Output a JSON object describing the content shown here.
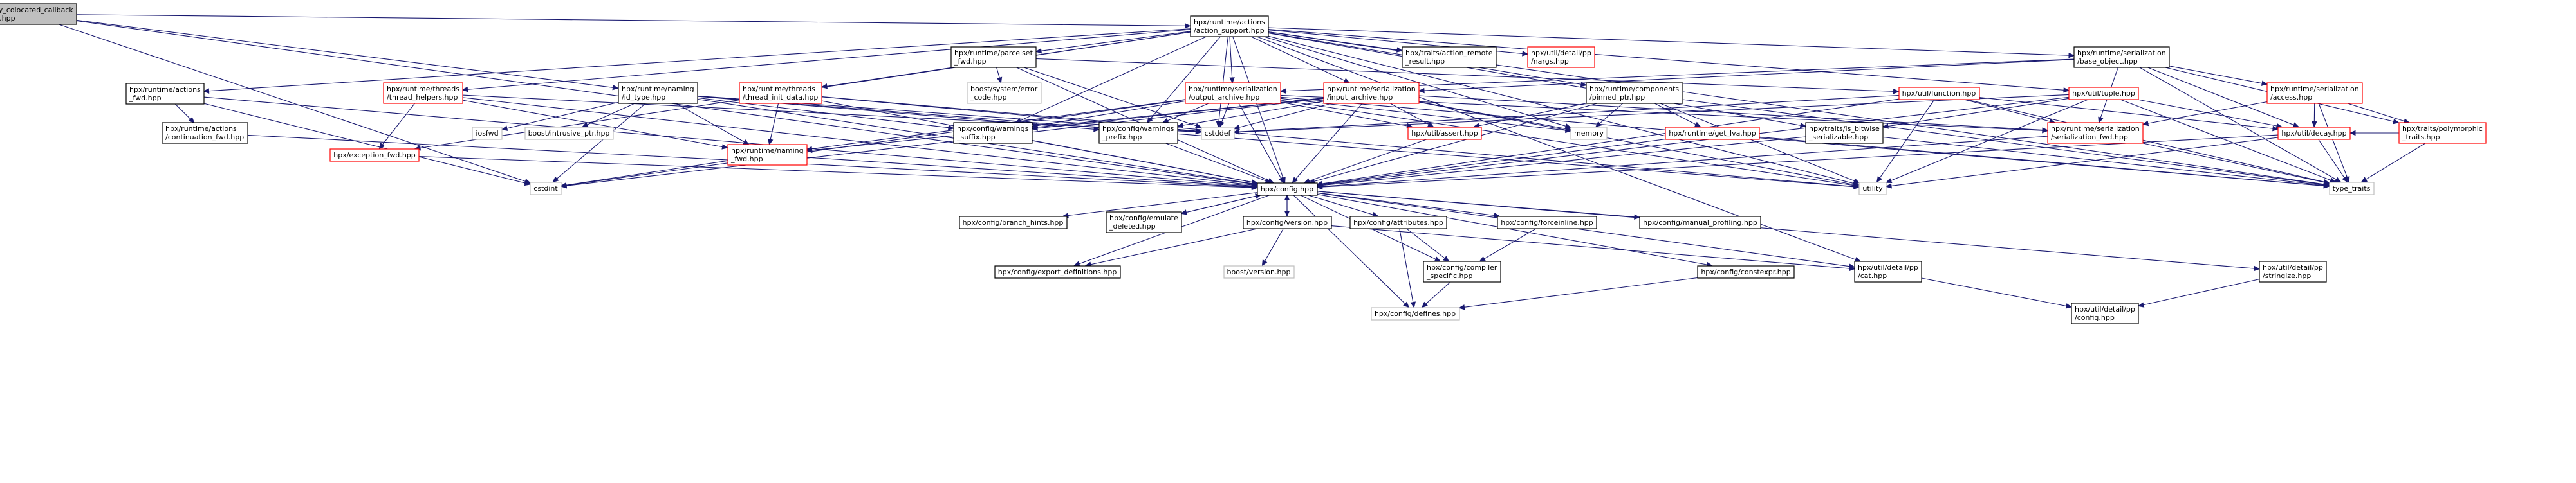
{
  "colors": {
    "edge": "#191970",
    "node_border_black": "#000000",
    "node_border_red": "#ff0000",
    "node_border_gray": "#bfbfbf",
    "root_fill": "#bfbfbf",
    "node_fill": "#ffffff"
  },
  "nodes": [
    {
      "id": "root",
      "lines": [
        "apply_colocated_callback",
        "_fwd.hpp"
      ],
      "style": "root"
    },
    {
      "id": "action_support",
      "lines": [
        "hpx/runtime/actions",
        "/action_support.hpp"
      ],
      "style": "black"
    },
    {
      "id": "parcelset_fwd",
      "lines": [
        "hpx/runtime/parcelset",
        "_fwd.hpp"
      ],
      "style": "black"
    },
    {
      "id": "naming_id_type",
      "lines": [
        "hpx/runtime/naming",
        "/id_type.hpp"
      ],
      "style": "black"
    },
    {
      "id": "actions_fwd",
      "lines": [
        "hpx/runtime/actions",
        "_fwd.hpp"
      ],
      "style": "black"
    },
    {
      "id": "thread_helpers",
      "lines": [
        "hpx/runtime/threads",
        "/thread_helpers.hpp"
      ],
      "style": "red"
    },
    {
      "id": "thread_init_data",
      "lines": [
        "hpx/runtime/threads",
        "/thread_init_data.hpp"
      ],
      "style": "red"
    },
    {
      "id": "output_archive",
      "lines": [
        "hpx/runtime/serialization",
        "/output_archive.hpp"
      ],
      "style": "red"
    },
    {
      "id": "input_archive",
      "lines": [
        "hpx/runtime/serialization",
        "/input_archive.hpp"
      ],
      "style": "red"
    },
    {
      "id": "pinned_ptr",
      "lines": [
        "hpx/runtime/components",
        "/pinned_ptr.hpp"
      ],
      "style": "black"
    },
    {
      "id": "action_remote_result",
      "lines": [
        "hpx/traits/action_remote",
        "_result.hpp"
      ],
      "style": "black"
    },
    {
      "id": "nargs",
      "lines": [
        "hpx/util/detail/pp",
        "/nargs.hpp"
      ],
      "style": "red"
    },
    {
      "id": "base_object",
      "lines": [
        "hpx/runtime/serialization",
        "/base_object.hpp"
      ],
      "style": "black"
    },
    {
      "id": "function",
      "lines": [
        "hpx/util/function.hpp"
      ],
      "style": "red"
    },
    {
      "id": "tuple",
      "lines": [
        "hpx/util/tuple.hpp"
      ],
      "style": "red"
    },
    {
      "id": "access",
      "lines": [
        "hpx/runtime/serialization",
        "/access.hpp"
      ],
      "style": "red"
    },
    {
      "id": "polymorphic_traits",
      "lines": [
        "hpx/traits/polymorphic",
        "_traits.hpp"
      ],
      "style": "red"
    },
    {
      "id": "continuation_fwd",
      "lines": [
        "hpx/runtime/actions",
        "/continuation_fwd.hpp"
      ],
      "style": "black"
    },
    {
      "id": "exception_fwd",
      "lines": [
        "hpx/exception_fwd.hpp"
      ],
      "style": "red"
    },
    {
      "id": "naming_fwd",
      "lines": [
        "hpx/runtime/naming",
        "_fwd.hpp"
      ],
      "style": "red"
    },
    {
      "id": "iosfwd",
      "lines": [
        "iosfwd"
      ],
      "style": "gray"
    },
    {
      "id": "intrusive_ptr",
      "lines": [
        "boost/intrusive_ptr.hpp"
      ],
      "style": "gray"
    },
    {
      "id": "warnings_suffix",
      "lines": [
        "hpx/config/warnings",
        "_suffix.hpp"
      ],
      "style": "black"
    },
    {
      "id": "warnings_prefix",
      "lines": [
        "hpx/config/warnings",
        "_prefix.hpp"
      ],
      "style": "black"
    },
    {
      "id": "error_code",
      "lines": [
        "boost/system/error",
        "_code.hpp"
      ],
      "style": "gray"
    },
    {
      "id": "cstddef",
      "lines": [
        "cstddef"
      ],
      "style": "gray"
    },
    {
      "id": "assert",
      "lines": [
        "hpx/util/assert.hpp"
      ],
      "style": "red"
    },
    {
      "id": "memory",
      "lines": [
        "memory"
      ],
      "style": "gray"
    },
    {
      "id": "get_lva",
      "lines": [
        "hpx/runtime/get_lva.hpp"
      ],
      "style": "red"
    },
    {
      "id": "is_bitwise",
      "lines": [
        "hpx/traits/is_bitwise",
        "_serializable.hpp"
      ],
      "style": "black"
    },
    {
      "id": "serialization_fwd",
      "lines": [
        "hpx/runtime/serialization",
        "/serialization_fwd.hpp"
      ],
      "style": "red"
    },
    {
      "id": "decay",
      "lines": [
        "hpx/util/decay.hpp"
      ],
      "style": "red"
    },
    {
      "id": "cstdint",
      "lines": [
        "cstdint"
      ],
      "style": "gray"
    },
    {
      "id": "config",
      "lines": [
        "hpx/config.hpp"
      ],
      "style": "black"
    },
    {
      "id": "utility",
      "lines": [
        "utility"
      ],
      "style": "gray"
    },
    {
      "id": "type_traits",
      "lines": [
        "type_traits"
      ],
      "style": "gray"
    },
    {
      "id": "branch_hints",
      "lines": [
        "hpx/config/branch_hints.hpp"
      ],
      "style": "black"
    },
    {
      "id": "emulate_deleted",
      "lines": [
        "hpx/config/emulate",
        "_deleted.hpp"
      ],
      "style": "black"
    },
    {
      "id": "version",
      "lines": [
        "hpx/config/version.hpp"
      ],
      "style": "black"
    },
    {
      "id": "attributes",
      "lines": [
        "hpx/config/attributes.hpp"
      ],
      "style": "black"
    },
    {
      "id": "forceinline",
      "lines": [
        "hpx/config/forceinline.hpp"
      ],
      "style": "black"
    },
    {
      "id": "manual_profiling",
      "lines": [
        "hpx/config/manual_profiling.hpp"
      ],
      "style": "black"
    },
    {
      "id": "export_definitions",
      "lines": [
        "hpx/config/export_definitions.hpp"
      ],
      "style": "black"
    },
    {
      "id": "boost_version",
      "lines": [
        "boost/version.hpp"
      ],
      "style": "gray"
    },
    {
      "id": "compiler_specific",
      "lines": [
        "hpx/config/compiler",
        "_specific.hpp"
      ],
      "style": "black"
    },
    {
      "id": "constexpr",
      "lines": [
        "hpx/config/constexpr.hpp"
      ],
      "style": "black"
    },
    {
      "id": "pp_cat",
      "lines": [
        "hpx/util/detail/pp",
        "/cat.hpp"
      ],
      "style": "black"
    },
    {
      "id": "stringize",
      "lines": [
        "hpx/util/detail/pp",
        "/stringize.hpp"
      ],
      "style": "black"
    },
    {
      "id": "defines",
      "lines": [
        "hpx/config/defines.hpp"
      ],
      "style": "gray"
    },
    {
      "id": "pp_config",
      "lines": [
        "hpx/util/detail/pp",
        "/config.hpp"
      ],
      "style": "black"
    }
  ],
  "edges": [
    [
      "root",
      "action_support"
    ],
    [
      "root",
      "naming_id_type"
    ],
    [
      "root",
      "config"
    ],
    [
      "root",
      "cstdint"
    ],
    [
      "action_support",
      "parcelset_fwd"
    ],
    [
      "action_support",
      "actions_fwd"
    ],
    [
      "action_support",
      "thread_helpers"
    ],
    [
      "action_support",
      "thread_init_data"
    ],
    [
      "action_support",
      "output_archive"
    ],
    [
      "action_support",
      "input_archive"
    ],
    [
      "action_support",
      "pinned_ptr"
    ],
    [
      "action_support",
      "action_remote_result"
    ],
    [
      "action_support",
      "nargs"
    ],
    [
      "action_support",
      "base_object"
    ],
    [
      "action_support",
      "tuple"
    ],
    [
      "action_support",
      "warnings_suffix"
    ],
    [
      "action_support",
      "warnings_prefix"
    ],
    [
      "action_support",
      "cstddef"
    ],
    [
      "action_support",
      "memory"
    ],
    [
      "action_support",
      "is_bitwise"
    ],
    [
      "action_support",
      "config"
    ],
    [
      "action_support",
      "utility"
    ],
    [
      "action_support",
      "type_traits"
    ],
    [
      "action_support",
      "pp_cat"
    ],
    [
      "action_support",
      "exception_fwd"
    ],
    [
      "parcelset_fwd",
      "error_code"
    ],
    [
      "parcelset_fwd",
      "cstddef"
    ],
    [
      "parcelset_fwd",
      "function"
    ],
    [
      "parcelset_fwd",
      "config"
    ],
    [
      "naming_id_type",
      "naming_fwd"
    ],
    [
      "naming_id_type",
      "iosfwd"
    ],
    [
      "naming_id_type",
      "intrusive_ptr"
    ],
    [
      "naming_id_type",
      "warnings_suffix"
    ],
    [
      "naming_id_type",
      "warnings_prefix"
    ],
    [
      "naming_id_type",
      "cstddef"
    ],
    [
      "naming_id_type",
      "cstdint"
    ],
    [
      "naming_id_type",
      "config"
    ],
    [
      "naming_id_type",
      "utility"
    ],
    [
      "actions_fwd",
      "continuation_fwd"
    ],
    [
      "actions_fwd",
      "config"
    ],
    [
      "actions_fwd",
      "cstdint"
    ],
    [
      "continuation_fwd",
      "config"
    ],
    [
      "thread_helpers",
      "exception_fwd"
    ],
    [
      "thread_helpers",
      "naming_fwd"
    ],
    [
      "thread_helpers",
      "cstddef"
    ],
    [
      "thread_helpers",
      "config"
    ],
    [
      "thread_init_data",
      "naming_fwd"
    ],
    [
      "thread_init_data",
      "cstddef"
    ],
    [
      "thread_init_data",
      "config"
    ],
    [
      "thread_init_data",
      "utility"
    ],
    [
      "output_archive",
      "naming_fwd"
    ],
    [
      "output_archive",
      "cstddef"
    ],
    [
      "output_archive",
      "memory"
    ],
    [
      "output_archive",
      "assert"
    ],
    [
      "output_archive",
      "serialization_fwd"
    ],
    [
      "output_archive",
      "cstdint"
    ],
    [
      "output_archive",
      "config"
    ],
    [
      "output_archive",
      "utility"
    ],
    [
      "output_archive",
      "type_traits"
    ],
    [
      "output_archive",
      "warnings_suffix"
    ],
    [
      "output_archive",
      "warnings_prefix"
    ],
    [
      "input_archive",
      "naming_fwd"
    ],
    [
      "input_archive",
      "cstddef"
    ],
    [
      "input_archive",
      "memory"
    ],
    [
      "input_archive",
      "assert"
    ],
    [
      "input_archive",
      "serialization_fwd"
    ],
    [
      "input_archive",
      "cstdint"
    ],
    [
      "input_archive",
      "config"
    ],
    [
      "input_archive",
      "utility"
    ],
    [
      "input_archive",
      "warnings_suffix"
    ],
    [
      "input_archive",
      "warnings_prefix"
    ],
    [
      "pinned_ptr",
      "memory"
    ],
    [
      "pinned_ptr",
      "get_lva"
    ],
    [
      "pinned_ptr",
      "assert"
    ],
    [
      "pinned_ptr",
      "config"
    ],
    [
      "pinned_ptr",
      "utility"
    ],
    [
      "pinned_ptr",
      "type_traits"
    ],
    [
      "base_object",
      "output_archive"
    ],
    [
      "base_object",
      "input_archive"
    ],
    [
      "base_object",
      "access"
    ],
    [
      "base_object",
      "polymorphic_traits"
    ],
    [
      "base_object",
      "decay"
    ],
    [
      "base_object",
      "serialization_fwd"
    ],
    [
      "base_object",
      "type_traits"
    ],
    [
      "function",
      "decay"
    ],
    [
      "function",
      "serialization_fwd"
    ],
    [
      "function",
      "config"
    ],
    [
      "function",
      "utility"
    ],
    [
      "function",
      "type_traits"
    ],
    [
      "function",
      "cstddef"
    ],
    [
      "tuple",
      "decay"
    ],
    [
      "tuple",
      "is_bitwise"
    ],
    [
      "tuple",
      "cstddef"
    ],
    [
      "tuple",
      "config"
    ],
    [
      "tuple",
      "utility"
    ],
    [
      "tuple",
      "type_traits"
    ],
    [
      "access",
      "decay"
    ],
    [
      "access",
      "polymorphic_traits"
    ],
    [
      "access",
      "serialization_fwd"
    ],
    [
      "access",
      "type_traits"
    ],
    [
      "polymorphic_traits",
      "decay"
    ],
    [
      "polymorphic_traits",
      "type_traits"
    ],
    [
      "exception_fwd",
      "config"
    ],
    [
      "naming_fwd",
      "config"
    ],
    [
      "naming_fwd",
      "cstdint"
    ],
    [
      "warnings_suffix",
      "config"
    ],
    [
      "warnings_prefix",
      "config"
    ],
    [
      "assert",
      "config"
    ],
    [
      "get_lva",
      "config"
    ],
    [
      "get_lva",
      "type_traits"
    ],
    [
      "is_bitwise",
      "config"
    ],
    [
      "is_bitwise",
      "type_traits"
    ],
    [
      "serialization_fwd",
      "config"
    ],
    [
      "serialization_fwd",
      "type_traits"
    ],
    [
      "decay",
      "config"
    ],
    [
      "decay",
      "utility"
    ],
    [
      "decay",
      "type_traits"
    ],
    [
      "config",
      "branch_hints"
    ],
    [
      "config",
      "emulate_deleted"
    ],
    [
      "config",
      "version"
    ],
    [
      "config",
      "attributes"
    ],
    [
      "config",
      "forceinline"
    ],
    [
      "config",
      "manual_profiling"
    ],
    [
      "config",
      "export_definitions"
    ],
    [
      "config",
      "constexpr"
    ],
    [
      "config",
      "pp_cat"
    ],
    [
      "config",
      "stringize"
    ],
    [
      "config",
      "defines"
    ],
    [
      "config",
      "compiler_specific"
    ],
    [
      "emulate_deleted",
      "config"
    ],
    [
      "version",
      "config"
    ],
    [
      "version",
      "export_definitions"
    ],
    [
      "version",
      "boost_version"
    ],
    [
      "version",
      "pp_cat"
    ],
    [
      "attributes",
      "compiler_specific"
    ],
    [
      "attributes",
      "defines"
    ],
    [
      "forceinline",
      "compiler_specific"
    ],
    [
      "compiler_specific",
      "defines"
    ],
    [
      "constexpr",
      "defines"
    ],
    [
      "pp_cat",
      "pp_config"
    ],
    [
      "stringize",
      "pp_config"
    ]
  ]
}
